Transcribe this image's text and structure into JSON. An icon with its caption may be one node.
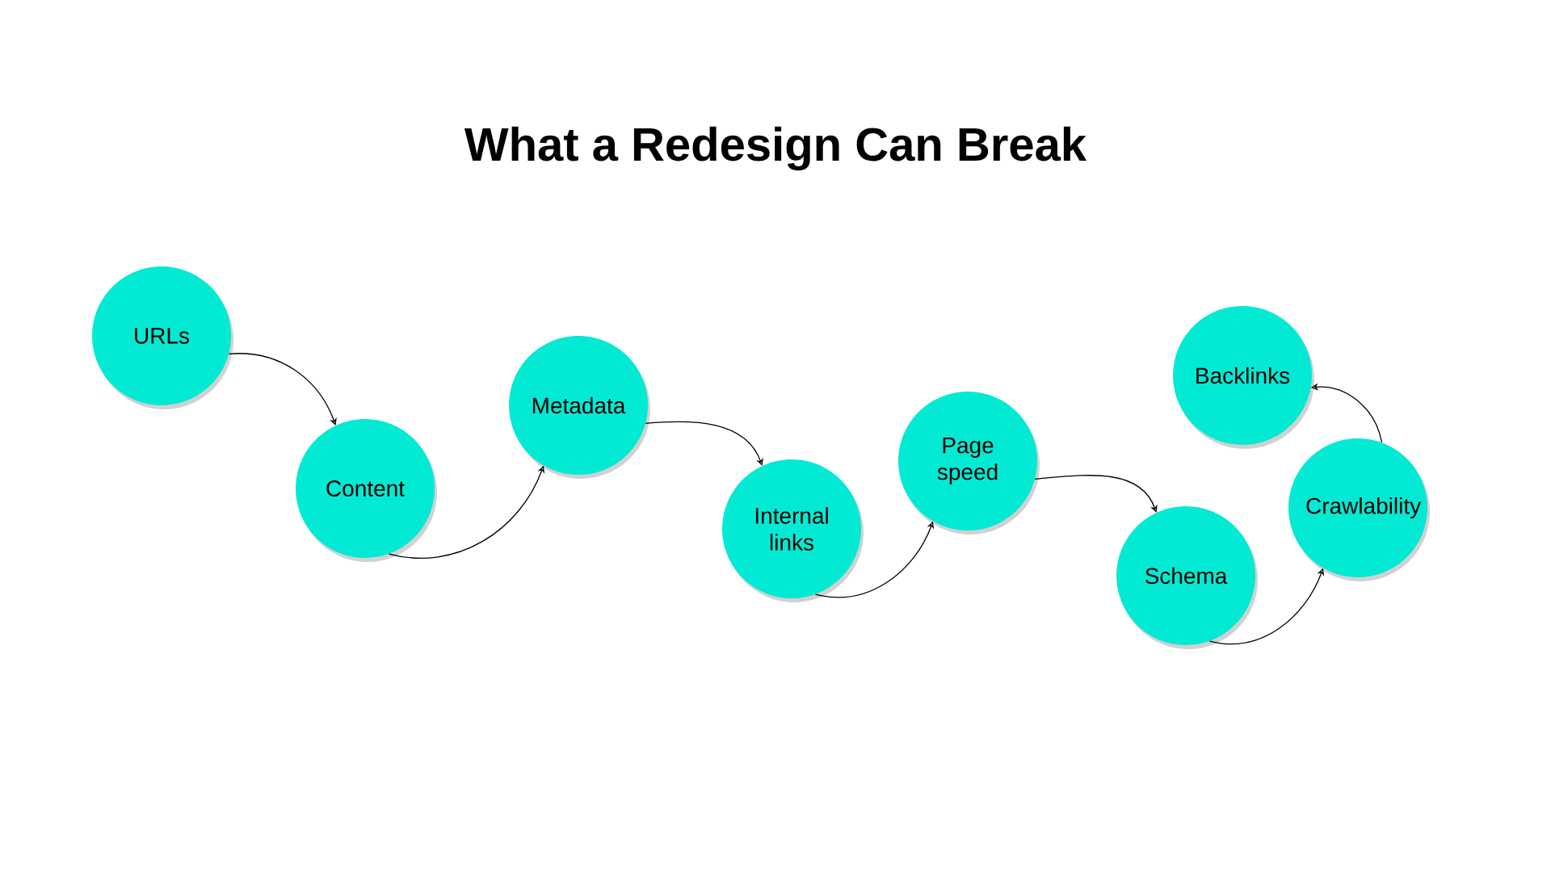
{
  "diagram": {
    "title": "What a Redesign Can Break",
    "nodes": [
      {
        "text": [
          "URLs"
        ]
      },
      {
        "text": [
          "Content"
        ]
      },
      {
        "text": [
          "Metadata"
        ]
      },
      {
        "text": [
          "Internal links"
        ]
      },
      {
        "text": [
          "Page speed"
        ]
      },
      {
        "text": [
          "Schema"
        ]
      },
      {
        "text": [
          "Crawlability"
        ]
      },
      {
        "text": [
          "Backlinks"
        ]
      }
    ],
    "edges": [
      {
        "from": 0,
        "to": 1,
        "arrow": "to"
      },
      {
        "from": 1,
        "to": 2,
        "arrow": "to"
      },
      {
        "from": 2,
        "to": 3,
        "arrow": "to"
      },
      {
        "from": 3,
        "to": 4,
        "arrow": "to"
      },
      {
        "from": 4,
        "to": 5,
        "arrow": "to"
      },
      {
        "from": 5,
        "to": 6,
        "arrow": "to"
      },
      {
        "from": 6,
        "to": 7,
        "arrow": "to"
      }
    ]
  }
}
